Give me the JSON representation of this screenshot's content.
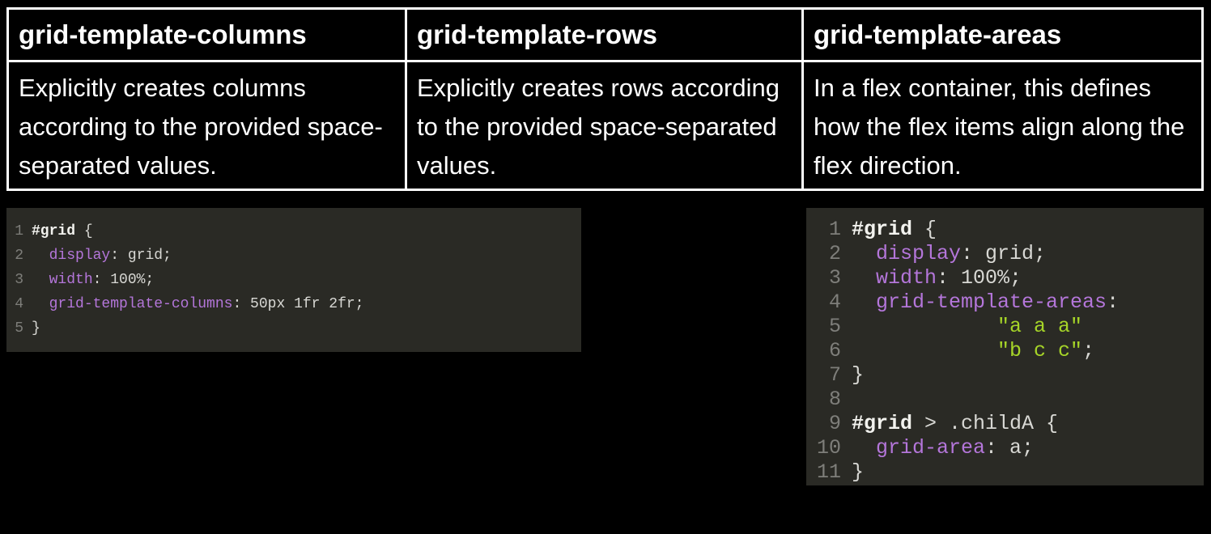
{
  "theme": {
    "page_bg": "#000000",
    "table_border": "#ffffff",
    "table_text": "#ffffff",
    "code_bg": "#2a2a25",
    "ln_color": "#7e7e7a",
    "sel_color": "#f2f2ee",
    "prop_color": "#b476da",
    "str_color": "#a6d528",
    "plain_color": "#d8d8d4"
  },
  "table": {
    "columns": [
      {
        "header": "grid-template-columns",
        "description": "Explicitly creates columns according to the provided space-separated values."
      },
      {
        "header": "grid-template-rows",
        "description": "Explicitly creates rows according to the provided space-separated values."
      },
      {
        "header": "grid-template-areas",
        "description": "In a flex container, this defines how the flex items align along the flex direction."
      }
    ]
  },
  "code_blocks": [
    {
      "name": "grid-template-columns-example",
      "lines": [
        {
          "num": "1",
          "segments": [
            {
              "t": "selector",
              "s": "#grid"
            },
            {
              "t": "plain",
              "s": " {"
            }
          ]
        },
        {
          "num": "2",
          "segments": [
            {
              "t": "plain",
              "s": "  "
            },
            {
              "t": "property",
              "s": "display"
            },
            {
              "t": "plain",
              "s": ": grid;"
            }
          ]
        },
        {
          "num": "3",
          "segments": [
            {
              "t": "plain",
              "s": "  "
            },
            {
              "t": "property",
              "s": "width"
            },
            {
              "t": "plain",
              "s": ": 100%;"
            }
          ]
        },
        {
          "num": "4",
          "segments": [
            {
              "t": "plain",
              "s": "  "
            },
            {
              "t": "property",
              "s": "grid-template-columns"
            },
            {
              "t": "plain",
              "s": ": 50px 1fr 2fr;"
            }
          ]
        },
        {
          "num": "5",
          "segments": [
            {
              "t": "plain",
              "s": "}"
            }
          ]
        }
      ]
    },
    {
      "name": "grid-template-areas-example",
      "lines": [
        {
          "num": "1",
          "segments": [
            {
              "t": "selector",
              "s": "#grid"
            },
            {
              "t": "plain",
              "s": " {"
            }
          ]
        },
        {
          "num": "2",
          "segments": [
            {
              "t": "plain",
              "s": "  "
            },
            {
              "t": "property",
              "s": "display"
            },
            {
              "t": "plain",
              "s": ": grid;"
            }
          ]
        },
        {
          "num": "3",
          "segments": [
            {
              "t": "plain",
              "s": "  "
            },
            {
              "t": "property",
              "s": "width"
            },
            {
              "t": "plain",
              "s": ": 100%;"
            }
          ]
        },
        {
          "num": "4",
          "segments": [
            {
              "t": "plain",
              "s": "  "
            },
            {
              "t": "property",
              "s": "grid-template-areas"
            },
            {
              "t": "plain",
              "s": ":"
            }
          ]
        },
        {
          "num": "5",
          "segments": [
            {
              "t": "plain",
              "s": "            "
            },
            {
              "t": "string",
              "s": "\"a a a\""
            }
          ]
        },
        {
          "num": "6",
          "segments": [
            {
              "t": "plain",
              "s": "            "
            },
            {
              "t": "string",
              "s": "\"b c c\""
            },
            {
              "t": "plain",
              "s": ";"
            }
          ]
        },
        {
          "num": "7",
          "segments": [
            {
              "t": "plain",
              "s": "}"
            }
          ]
        },
        {
          "num": "8",
          "segments": []
        },
        {
          "num": "9",
          "segments": [
            {
              "t": "selector",
              "s": "#grid"
            },
            {
              "t": "plain",
              "s": " > .childA {"
            }
          ]
        },
        {
          "num": "10",
          "segments": [
            {
              "t": "plain",
              "s": "  "
            },
            {
              "t": "property",
              "s": "grid-area"
            },
            {
              "t": "plain",
              "s": ": a;"
            }
          ]
        },
        {
          "num": "11",
          "segments": [
            {
              "t": "plain",
              "s": "}"
            }
          ]
        }
      ]
    }
  ]
}
